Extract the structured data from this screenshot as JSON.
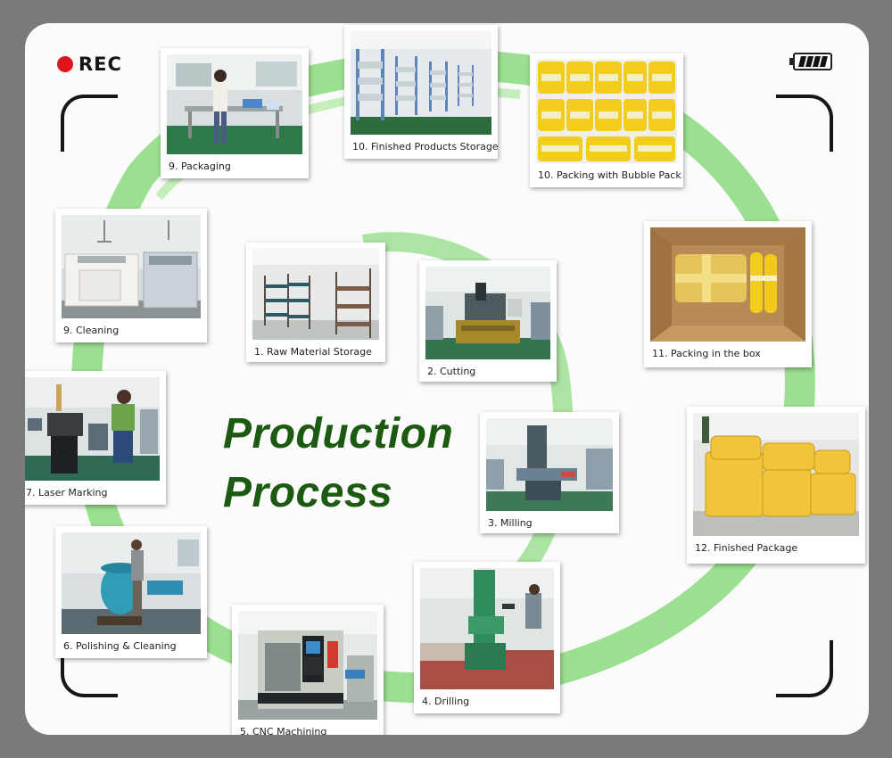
{
  "recorder": {
    "label": "REC",
    "dot_color": "#e0141b"
  },
  "title": {
    "line1": "Production",
    "line2": "Process",
    "color": "#1c5a12"
  },
  "ring_color": "#7dd46f",
  "steps": {
    "raw_material": "1. Raw Material Storage",
    "cutting": "2. Cutting",
    "milling": "3. Milling",
    "drilling": "4. Drilling",
    "cnc": "5. CNC Machining",
    "polishing": "6. Polishing & Cleaning",
    "laser": "7. Laser Marking",
    "cleaning": "9. Cleaning",
    "packaging": "9. Packaging",
    "storage": "10. Finished Products Storage",
    "bubble": "10. Packing with Bubble Pack",
    "box": "11. Packing in the box",
    "finished": "12. Finished Package"
  },
  "icons": {
    "recorder": "record-dot-icon",
    "battery": "battery-icon"
  }
}
